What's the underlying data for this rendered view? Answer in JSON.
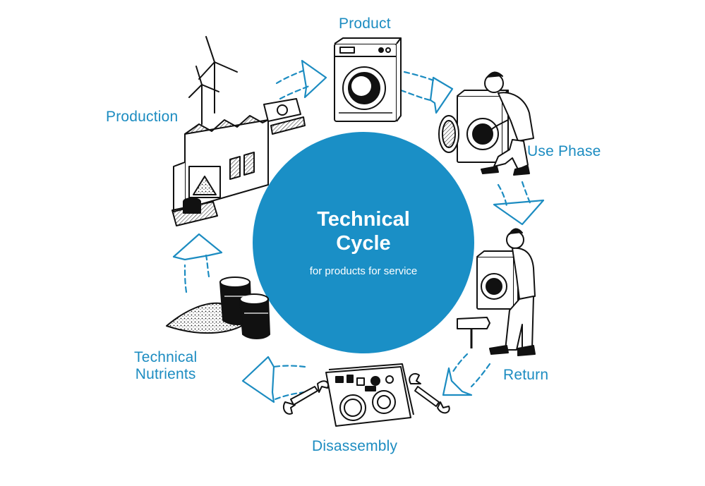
{
  "diagram": {
    "center": {
      "title_line1": "Technical",
      "title_line2": "Cycle",
      "subtitle": "for products for service"
    },
    "stages": {
      "product": "Product",
      "use_phase": "Use Phase",
      "return": "Return",
      "disassembly": "Disassembly",
      "technical_nutrients_line1": "Technical",
      "technical_nutrients_line2": "Nutrients",
      "production": "Production"
    },
    "colors": {
      "accent": "#1c8cc1",
      "circle": "#1a8fc6",
      "ink": "#111111"
    },
    "illustrations": [
      "washing-machine",
      "man-using-washing-machine",
      "man-carrying-washing-machine",
      "signpost",
      "disassembled-parts",
      "wrench",
      "barrels-and-granulate-pile",
      "factory-with-wind-turbines"
    ]
  }
}
